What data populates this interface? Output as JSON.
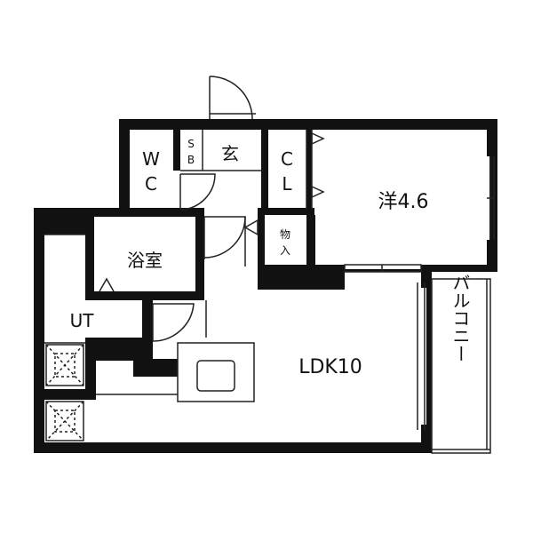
{
  "rooms": {
    "wc_top": "W",
    "wc_bottom": "C",
    "sb_top": "S",
    "sb_bottom": "B",
    "genkan": "玄",
    "cl_top": "C",
    "cl_bottom": "L",
    "western_room": "洋4.6",
    "storage_top": "物",
    "storage_bottom": "入",
    "bathroom": "浴室",
    "utility": "UT",
    "ldk": "LDK10",
    "balcony": "バルコニー"
  },
  "colors": {
    "wall": "#111111",
    "background": "#ffffff",
    "fixture_line": "#222222"
  }
}
